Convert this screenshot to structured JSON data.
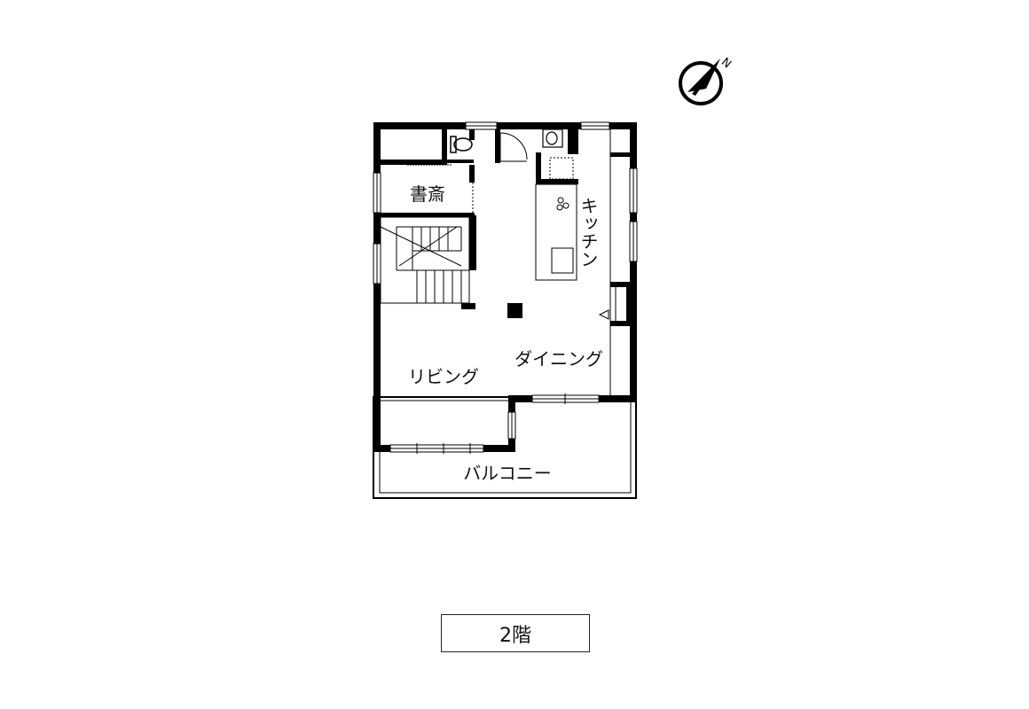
{
  "floor_label": "2階",
  "compass": {
    "letter": "N"
  },
  "rooms": {
    "study": "書斎",
    "kitchen": "キッチン",
    "dining": "ダイニング",
    "living": "リビング",
    "balcony": "バルコニー"
  }
}
